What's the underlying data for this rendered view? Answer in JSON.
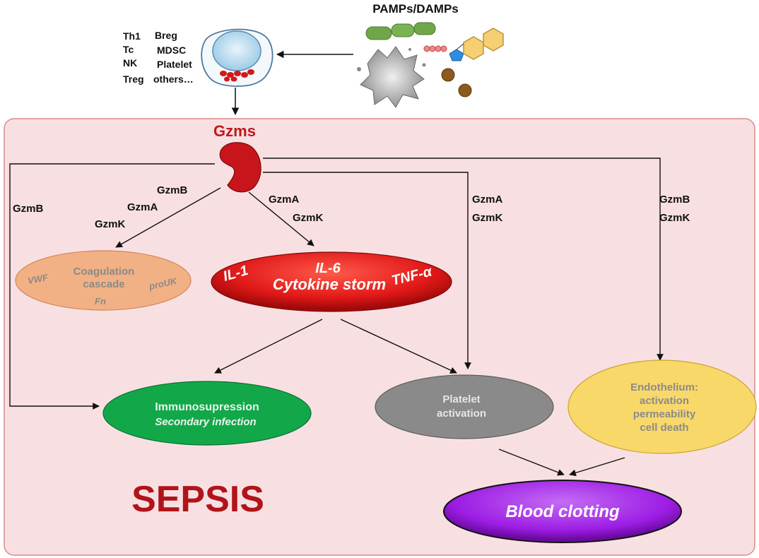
{
  "pamps": {
    "title": "PAMPs/DAMPs"
  },
  "cell_types": {
    "col1": [
      "Th1",
      "Tc",
      "NK",
      "Treg"
    ],
    "col2": [
      "Breg",
      "MDSC",
      "Platelet",
      "others…"
    ]
  },
  "gzms": {
    "title": "Gzms"
  },
  "edges": {
    "left_gzmb": "GzmB",
    "coag_labels": [
      "GzmB",
      "GzmA",
      "GzmK"
    ],
    "cyto_labels": [
      "GzmA",
      "GzmK"
    ],
    "platelet_labels": [
      "GzmA",
      "GzmK"
    ],
    "endo_labels": [
      "GzmB",
      "GzmK"
    ]
  },
  "coagulation": {
    "title_lines": [
      "Coagulation",
      "cascade"
    ],
    "vwf": "VWF",
    "prouk": "proUK",
    "fn": "Fn"
  },
  "cytokine": {
    "il1": "IL-1",
    "il6": "IL-6",
    "tnf": "TNF-α",
    "storm": "Cytokine storm"
  },
  "immuno": {
    "title": "Immunosupression",
    "subtitle": "Secondary infection"
  },
  "platelet": {
    "lines": [
      "Platelet",
      "activation"
    ]
  },
  "endothelium": {
    "lines": [
      "Endothelium:",
      "activation",
      "permeability",
      "cell death"
    ]
  },
  "clotting": {
    "title": "Blood clotting"
  },
  "sepsis": {
    "title": "SEPSIS"
  },
  "colors": {
    "panel_bg": "#f8e0e2",
    "panel_border": "#d88a8e",
    "gzms_red": "#c0171d",
    "cytokine_red": "#e02020",
    "coag_orange": "#f2b184",
    "immuno_green": "#12a84a",
    "platelet_gray": "#8a8a8a",
    "endo_yellow": "#f9d86a",
    "clotting_purple": "#a321ea",
    "sepsis_red": "#b0141a"
  }
}
